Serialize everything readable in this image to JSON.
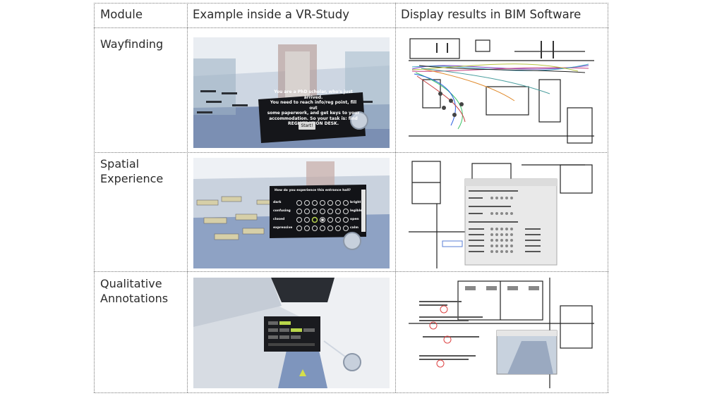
{
  "table": {
    "headers": [
      "Module",
      "Example inside a VR-Study",
      "Display results in BIM Software"
    ],
    "rows": [
      {
        "module": "Wayfinding"
      },
      {
        "module_line1": "Spatial",
        "module_line2": "Experience"
      },
      {
        "module_line1": "Qualitative",
        "module_line2": "Annotations"
      }
    ]
  },
  "vr_wayfinding": {
    "panel_text": [
      "You are a PhD scholar, who's just arrived.",
      "You need to reach info/reg point, fill out",
      "some paperwork, and get keys to your",
      "accommodation. So your task is: find",
      "REGISTRATION DESK."
    ],
    "button": "Start!"
  },
  "vr_spatial": {
    "question": "How do you experience this entrance hall?",
    "left_labels": [
      "dark",
      "confusing",
      "closed",
      "expressive"
    ],
    "right_labels": [
      "bright",
      "legible",
      "open",
      "calm"
    ]
  }
}
